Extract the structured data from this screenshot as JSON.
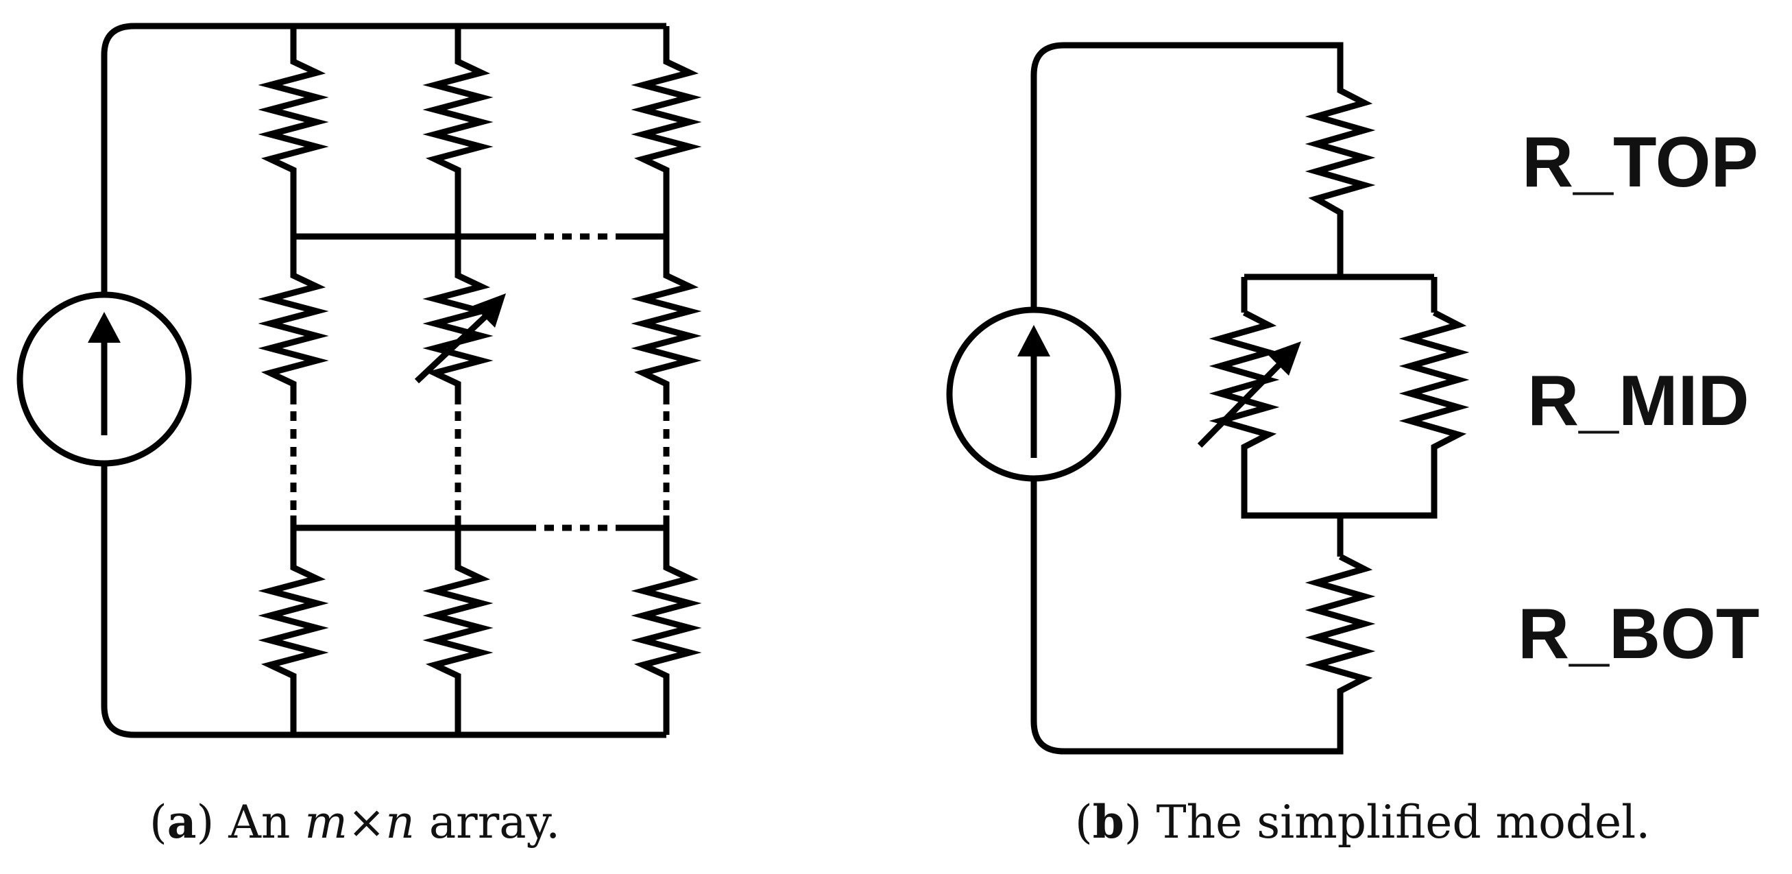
{
  "panel_a": {
    "caption": {
      "tag_open": "(",
      "tag": "a",
      "tag_close": ")",
      "text_1": "An",
      "var_m": "m",
      "times": "×",
      "var_n": "n",
      "text_2": "array."
    }
  },
  "panel_b": {
    "labels": {
      "top": "R_TOP",
      "mid": "R_MID",
      "bot": "R_BOT"
    },
    "caption": {
      "tag_open": "(",
      "tag": "b",
      "tag_close": ")",
      "text": "The simplified model."
    }
  }
}
